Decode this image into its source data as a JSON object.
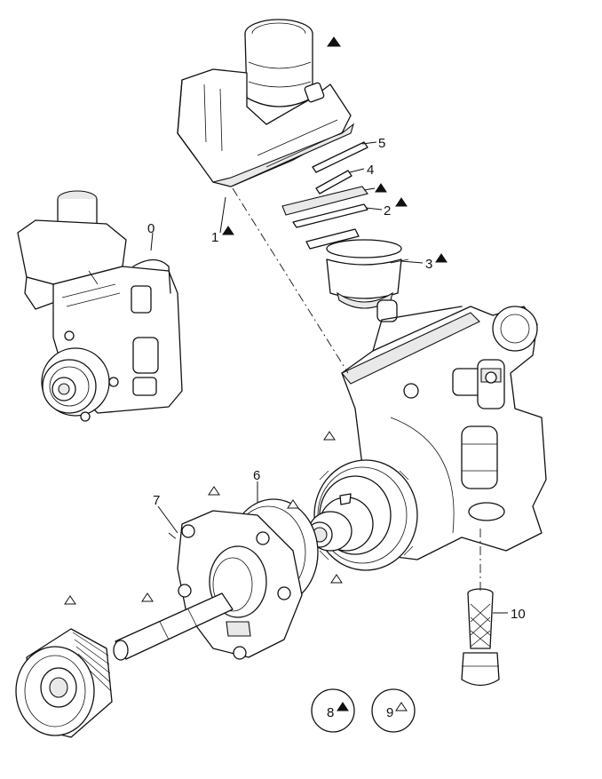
{
  "callouts": {
    "c0": "0",
    "c1": "1",
    "c2": "2",
    "c3": "3",
    "c4": "4",
    "c5": "5",
    "c6": "6",
    "c7": "7",
    "c8": "8",
    "c9": "9",
    "c10": "10"
  },
  "legend": {
    "filled_symbol": "filled-triangle",
    "outline_symbol": "outline-triangle"
  }
}
